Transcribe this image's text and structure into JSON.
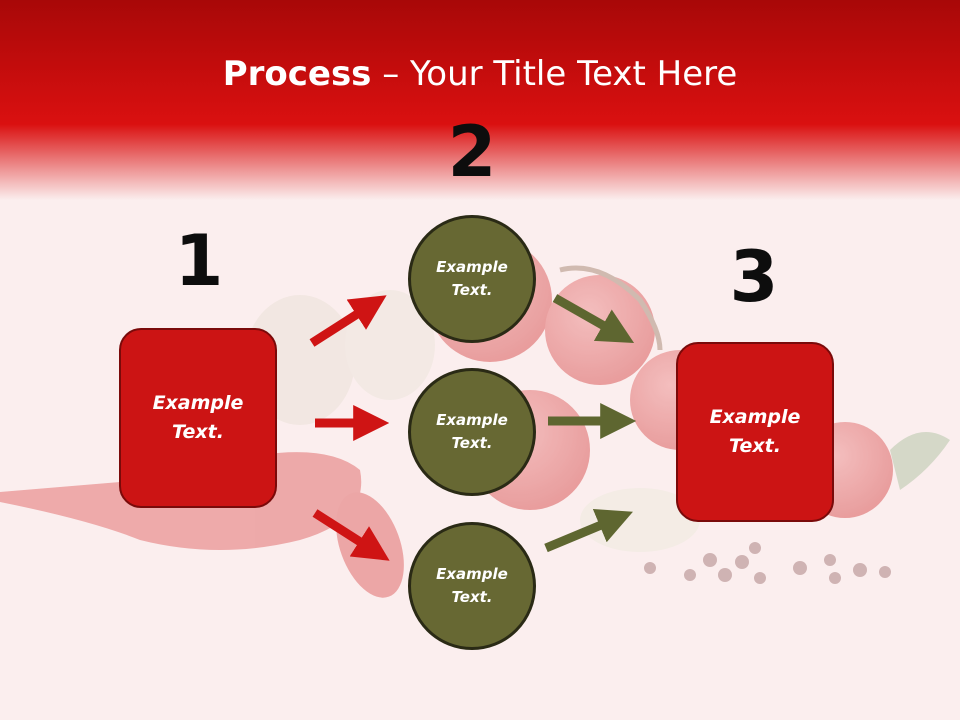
{
  "title": {
    "bold": "Process",
    "rest": " – Your Title Text Here"
  },
  "steps": [
    {
      "number": "1",
      "label": "Example\nText."
    },
    {
      "number": "2",
      "labels": [
        "Example\nText.",
        "Example\nText.",
        "Example\nText."
      ]
    },
    {
      "number": "3",
      "label": "Example\nText."
    }
  ],
  "colors": {
    "header": "#d10f0f",
    "box": "#cc1414",
    "circle": "#676833",
    "arrow_red": "#cf1414",
    "arrow_olive": "#5e6630"
  }
}
